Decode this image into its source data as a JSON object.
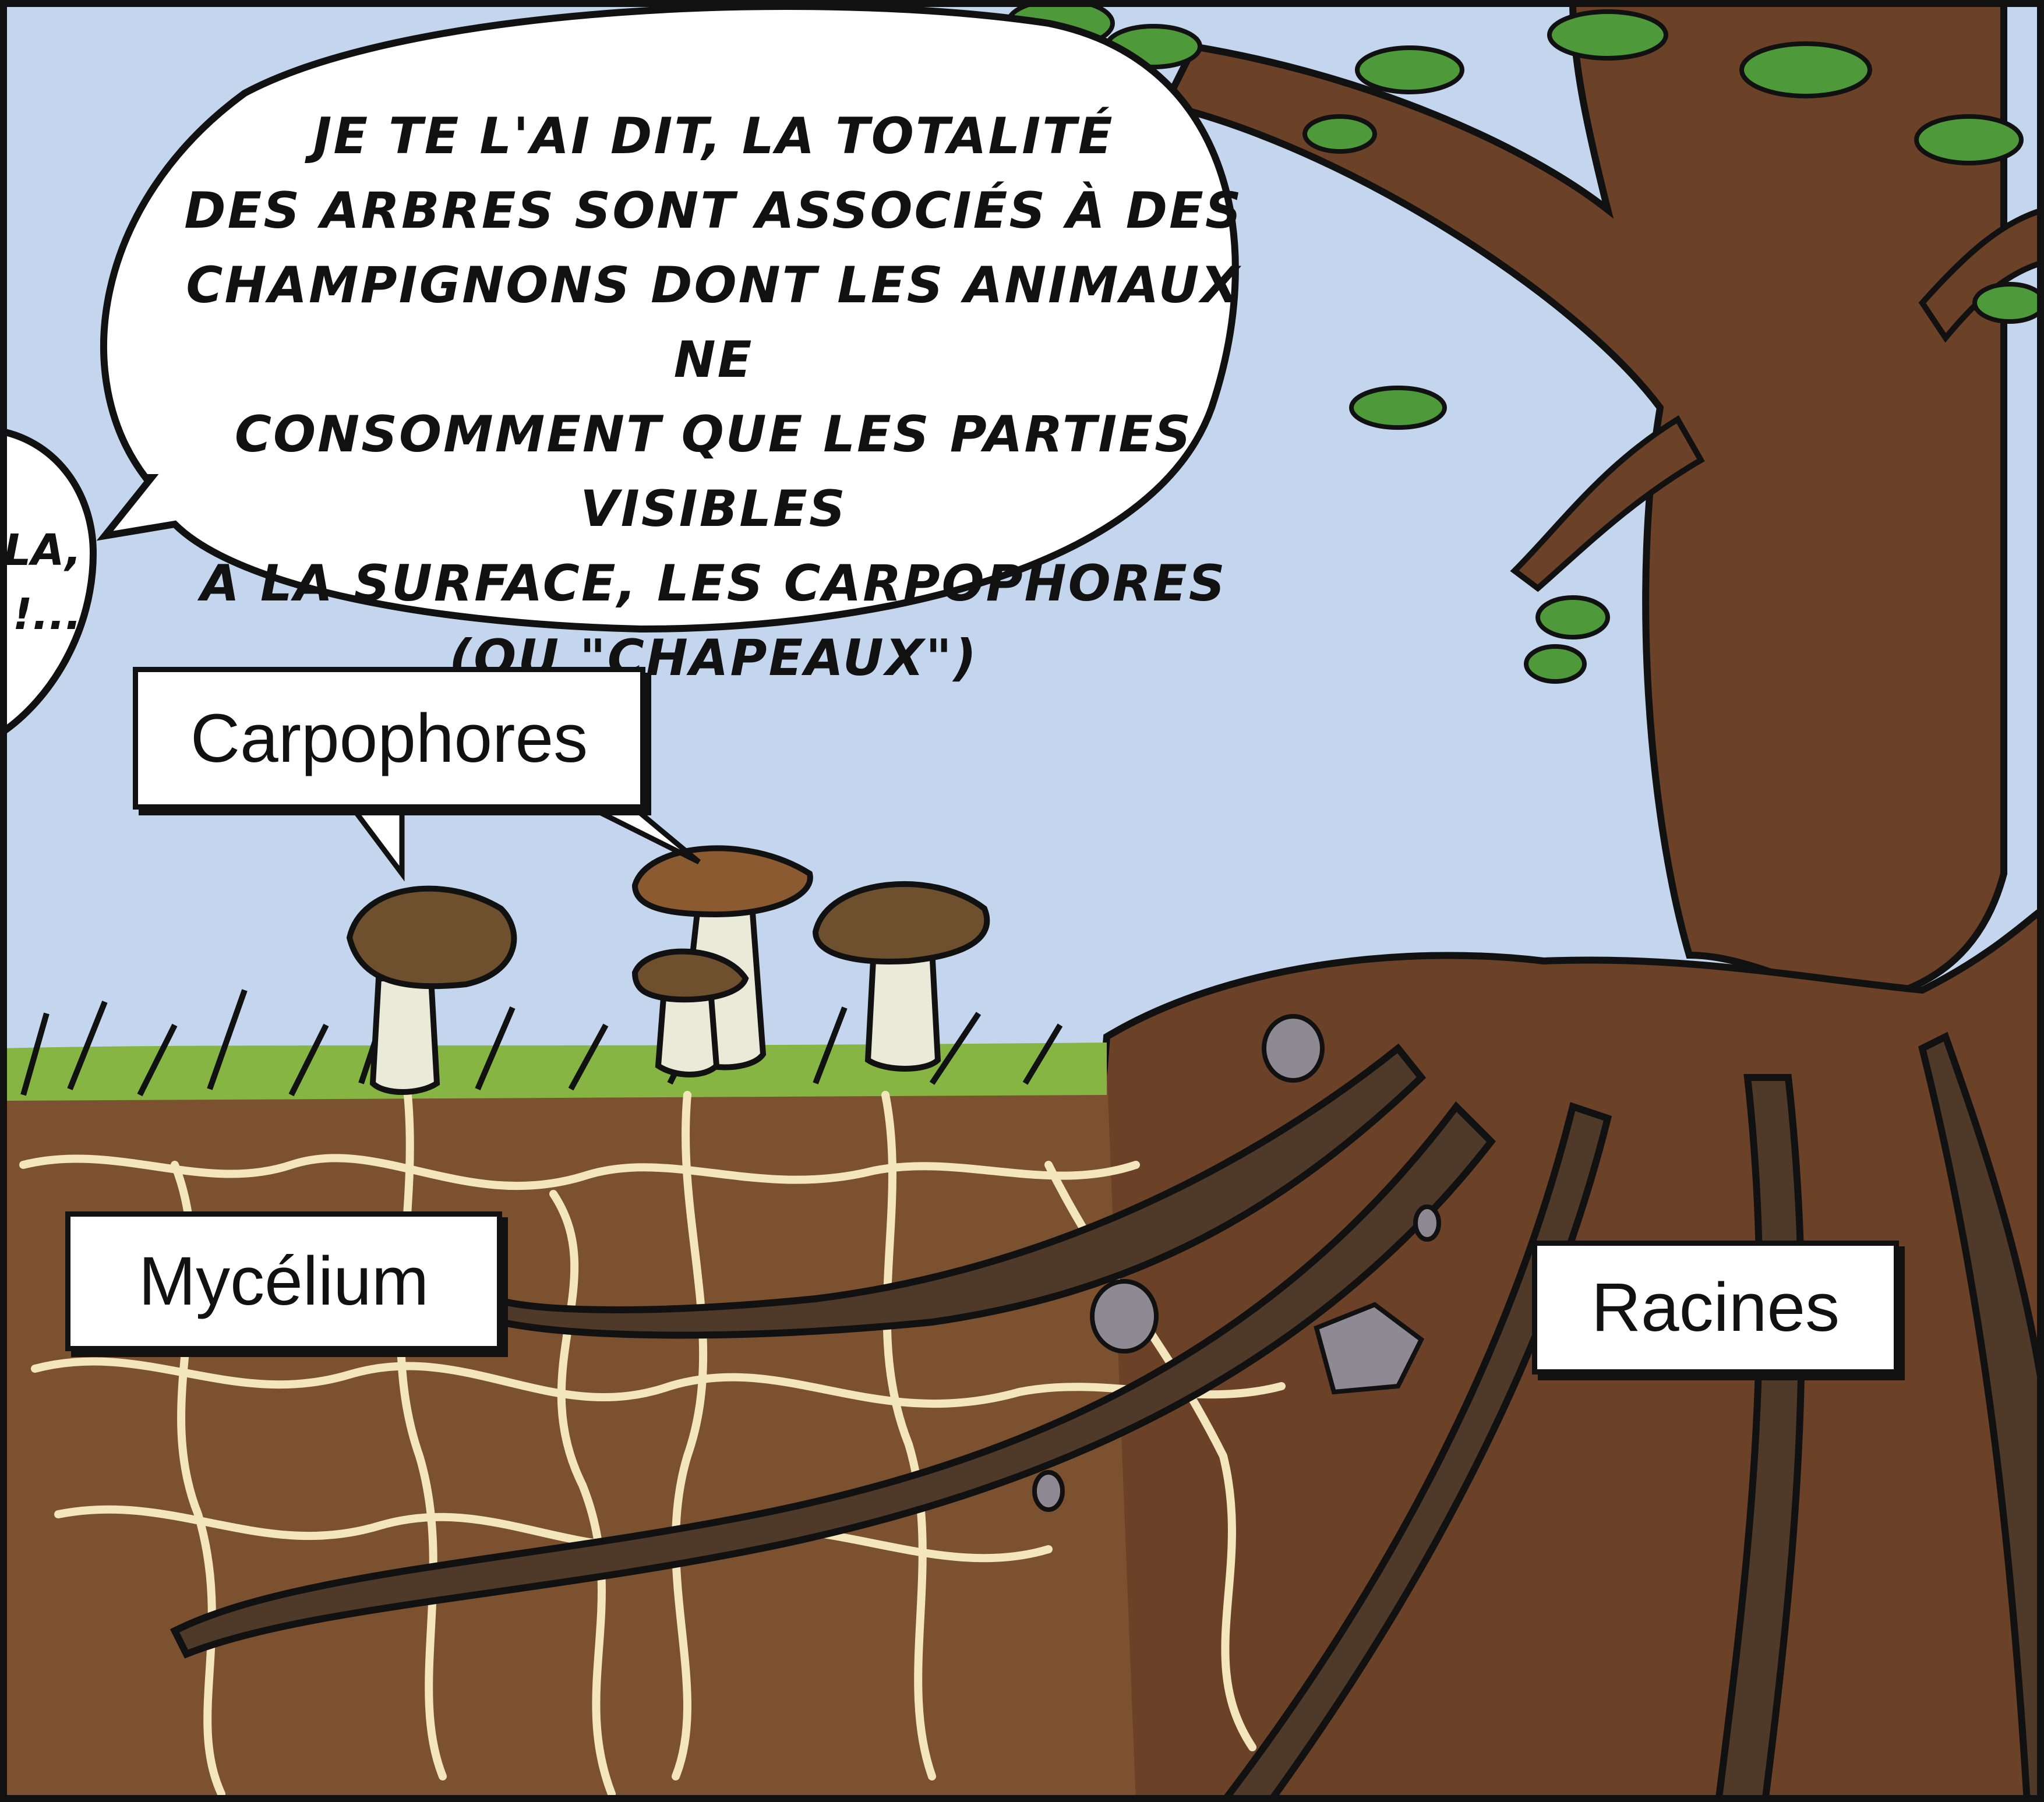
{
  "speech_bubble": {
    "text": "Je te l'ai dit, la totalité\ndes arbres sont associés à des\nchampignons dont les animaux ne\nconsomment que les parties visibles\nà la surface, les carpophores\n(ou \"chapeaux\")",
    "partial_left_bubble": "LA,\n!..."
  },
  "labels": {
    "carpophores": "Carpophores",
    "mycelium": "Mycélium",
    "racines": "Racines"
  },
  "colors": {
    "sky": "#c3d6ee",
    "soil": "#7b5130",
    "grass": "#86b544",
    "trunk": "#6b4128",
    "mycelium": "#f4e6bc",
    "leaves": "#4e9a3a",
    "outline": "#111111"
  }
}
